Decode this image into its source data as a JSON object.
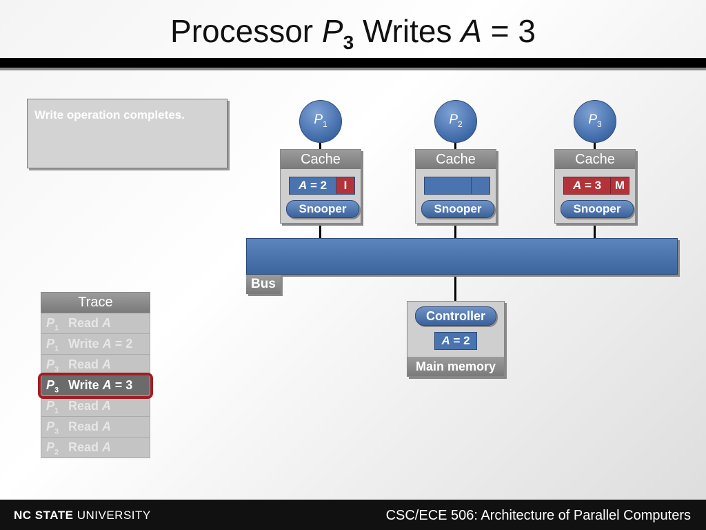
{
  "slide": {
    "title": {
      "prefix": "Processor",
      "proc": "P",
      "proc_sub": "3",
      "middle": "Writes",
      "var": "A",
      "rest": "= 3"
    },
    "note": "Write operation completes."
  },
  "processors": [
    {
      "label": "P",
      "sub": "1"
    },
    {
      "label": "P",
      "sub": "2"
    },
    {
      "label": "P",
      "sub": "3"
    }
  ],
  "caches": [
    {
      "header": "Cache",
      "var": "A",
      "value": "= 2",
      "state": "I",
      "snooper": "Snooper"
    },
    {
      "header": "Cache",
      "var": "",
      "value": "",
      "state": "",
      "snooper": "Snooper"
    },
    {
      "header": "Cache",
      "var": "A",
      "value": "= 3",
      "state": "M",
      "snooper": "Snooper"
    }
  ],
  "bus": {
    "label": "Bus"
  },
  "memory": {
    "controller": "Controller",
    "var": "A",
    "value": "= 2",
    "label": "Main memory"
  },
  "trace": {
    "header": "Trace",
    "rows": [
      {
        "p": "P",
        "sub": "1",
        "op": "Read",
        "var": "A",
        "rest": ""
      },
      {
        "p": "P",
        "sub": "1",
        "op": "Write",
        "var": "A",
        "rest": "= 2"
      },
      {
        "p": "P",
        "sub": "3",
        "op": "Read",
        "var": "A",
        "rest": ""
      },
      {
        "p": "P",
        "sub": "3",
        "op": "Write",
        "var": "A",
        "rest": "= 3"
      },
      {
        "p": "P",
        "sub": "1",
        "op": "Read",
        "var": "A",
        "rest": ""
      },
      {
        "p": "P",
        "sub": "3",
        "op": "Read",
        "var": "A",
        "rest": ""
      },
      {
        "p": "P",
        "sub": "2",
        "op": "Read",
        "var": "A",
        "rest": ""
      }
    ]
  },
  "footer": {
    "university_bold": "NC STATE",
    "university_rest": " UNIVERSITY",
    "course": "CSC/ECE 506: Architecture of Parallel Computers"
  },
  "colors": {
    "accent_blue": "#4a74b0",
    "modified_red": "#b3333b",
    "highlight": "#a01d24"
  }
}
